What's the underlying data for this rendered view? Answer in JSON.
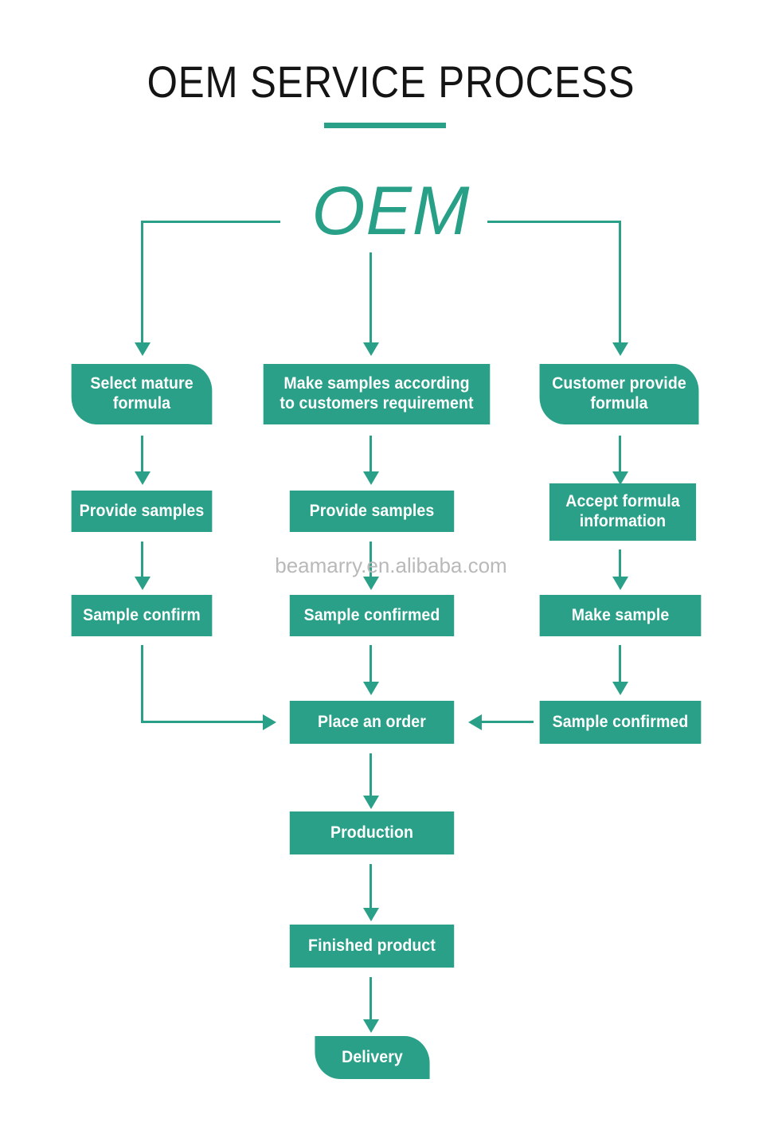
{
  "header": {
    "title": "OEM SERVICE PROCESS",
    "rule_color": "#2aa088"
  },
  "logo": {
    "text": "OEM",
    "color": "#28a088"
  },
  "theme": {
    "accent": "#2aa088",
    "box_text": "#ffffff",
    "background": "#ffffff",
    "watermark_color": "#b9b9b9"
  },
  "watermark": {
    "text": "beamarry.en.alibaba.com"
  },
  "chart_data": {
    "type": "diagram",
    "title": "OEM SERVICE PROCESS",
    "nodes": [
      {
        "id": "n1",
        "label": "Select mature\nformula",
        "shape": "leaf",
        "column": "left"
      },
      {
        "id": "n2",
        "label": "Make samples according\nto customers requirement",
        "shape": "rect",
        "column": "center"
      },
      {
        "id": "n3",
        "label": "Customer provide\nformula",
        "shape": "leaf",
        "column": "right"
      },
      {
        "id": "n4",
        "label": "Provide samples",
        "shape": "rect",
        "column": "left"
      },
      {
        "id": "n5",
        "label": "Provide samples",
        "shape": "rect",
        "column": "center"
      },
      {
        "id": "n6",
        "label": "Accept formula\ninformation",
        "shape": "rect",
        "column": "right"
      },
      {
        "id": "n7",
        "label": "Sample confirm",
        "shape": "rect",
        "column": "left"
      },
      {
        "id": "n8",
        "label": "Sample confirmed",
        "shape": "rect",
        "column": "center"
      },
      {
        "id": "n9",
        "label": "Make sample",
        "shape": "rect",
        "column": "right"
      },
      {
        "id": "n10",
        "label": "Sample confirmed",
        "shape": "rect",
        "column": "right"
      },
      {
        "id": "n11",
        "label": "Place an order",
        "shape": "rect",
        "column": "center"
      },
      {
        "id": "n12",
        "label": "Production",
        "shape": "rect",
        "column": "center"
      },
      {
        "id": "n13",
        "label": "Finished product",
        "shape": "rect",
        "column": "center"
      },
      {
        "id": "n14",
        "label": "Delivery",
        "shape": "leaf",
        "column": "center"
      }
    ],
    "edges": [
      {
        "from": "OEM",
        "to": "n1",
        "style": "elbow-left"
      },
      {
        "from": "OEM",
        "to": "n2",
        "style": "straight"
      },
      {
        "from": "OEM",
        "to": "n3",
        "style": "elbow-right"
      },
      {
        "from": "n1",
        "to": "n4",
        "style": "straight"
      },
      {
        "from": "n2",
        "to": "n5",
        "style": "straight"
      },
      {
        "from": "n3",
        "to": "n6",
        "style": "straight"
      },
      {
        "from": "n4",
        "to": "n7",
        "style": "straight"
      },
      {
        "from": "n5",
        "to": "n8",
        "style": "straight"
      },
      {
        "from": "n6",
        "to": "n9",
        "style": "straight"
      },
      {
        "from": "n7",
        "to": "n11",
        "style": "elbow-down-right"
      },
      {
        "from": "n8",
        "to": "n11",
        "style": "straight"
      },
      {
        "from": "n9",
        "to": "n10",
        "style": "straight"
      },
      {
        "from": "n10",
        "to": "n11",
        "style": "left-arrow"
      },
      {
        "from": "n11",
        "to": "n12",
        "style": "straight"
      },
      {
        "from": "n12",
        "to": "n13",
        "style": "straight"
      },
      {
        "from": "n13",
        "to": "n14",
        "style": "straight"
      }
    ]
  }
}
